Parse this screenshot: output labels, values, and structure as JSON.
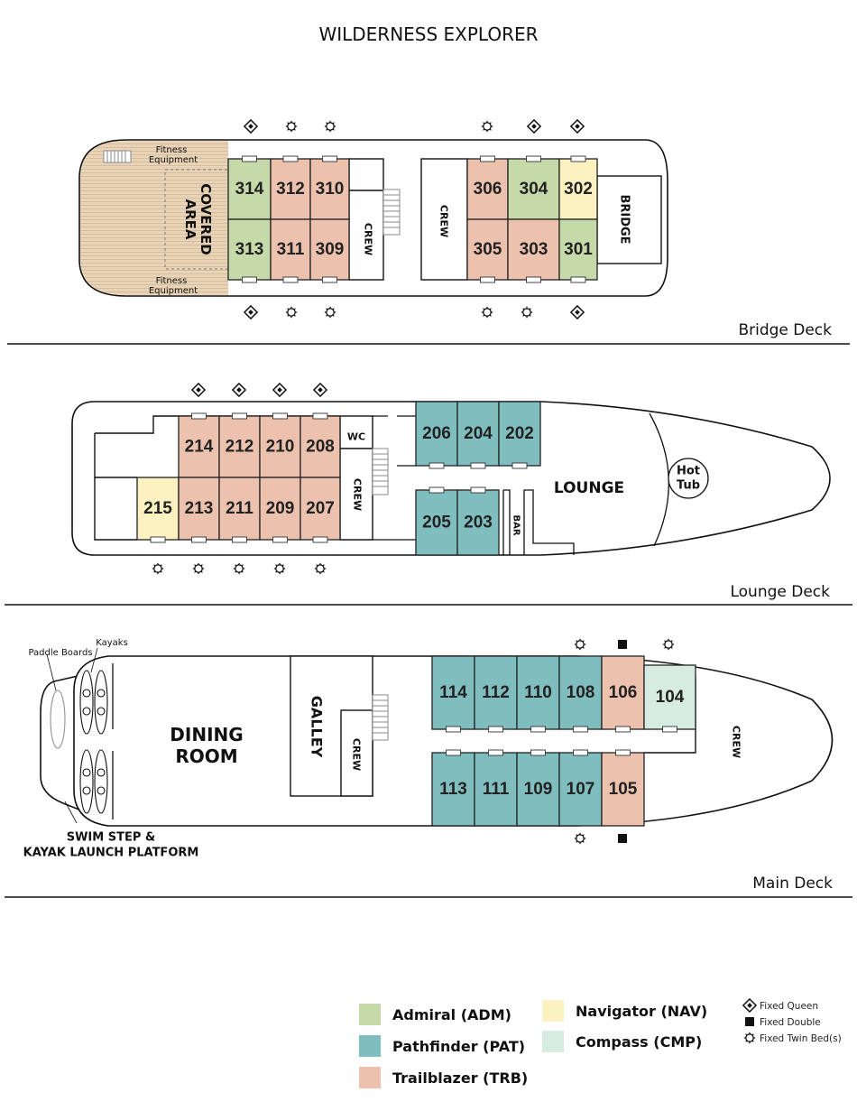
{
  "title": "WILDERNESS EXPLORER",
  "colors": {
    "ADM": "#c6d9a9",
    "PAT": "#80bdbf",
    "TRB": "#ecc1ae",
    "NAV": "#fcf1c1",
    "CMP": "#d6ebe2",
    "deck_wood": "#e9d3b6"
  },
  "bridge_deck": {
    "name": "Bridge Deck",
    "labels": {
      "covered_1": "COVERED",
      "covered_2": "AREA",
      "fitness_1": "Fitness",
      "fitness_2": "Equipment",
      "crew": "CREW",
      "bridge": "BRIDGE"
    },
    "cabins": [
      {
        "number": "314",
        "category": "ADM"
      },
      {
        "number": "312",
        "category": "TRB"
      },
      {
        "number": "310",
        "category": "TRB"
      },
      {
        "number": "313",
        "category": "ADM"
      },
      {
        "number": "311",
        "category": "TRB"
      },
      {
        "number": "309",
        "category": "TRB"
      },
      {
        "number": "306",
        "category": "TRB"
      },
      {
        "number": "304",
        "category": "ADM"
      },
      {
        "number": "302",
        "category": "NAV"
      },
      {
        "number": "305",
        "category": "TRB"
      },
      {
        "number": "303",
        "category": "TRB"
      },
      {
        "number": "301",
        "category": "ADM"
      }
    ],
    "beds": [
      "queen",
      "twin",
      "twin",
      "twin",
      "queen",
      "queen",
      "queen",
      "twin",
      "twin",
      "twin",
      "twin",
      "queen"
    ]
  },
  "lounge_deck": {
    "name": "Lounge Deck",
    "labels": {
      "wc": "WC",
      "crew": "CREW",
      "lounge": "LOUNGE",
      "bar": "BAR",
      "hot": "Hot",
      "tub": "Tub"
    },
    "cabins": [
      {
        "number": "214",
        "category": "TRB"
      },
      {
        "number": "212",
        "category": "TRB"
      },
      {
        "number": "210",
        "category": "TRB"
      },
      {
        "number": "208",
        "category": "TRB"
      },
      {
        "number": "215",
        "category": "NAV"
      },
      {
        "number": "213",
        "category": "TRB"
      },
      {
        "number": "211",
        "category": "TRB"
      },
      {
        "number": "209",
        "category": "TRB"
      },
      {
        "number": "207",
        "category": "TRB"
      },
      {
        "number": "206",
        "category": "PAT"
      },
      {
        "number": "204",
        "category": "PAT"
      },
      {
        "number": "202",
        "category": "PAT"
      },
      {
        "number": "205",
        "category": "PAT"
      },
      {
        "number": "203",
        "category": "PAT"
      }
    ],
    "beds": [
      "queen",
      "queen",
      "queen",
      "queen",
      "twin",
      "twin",
      "twin",
      "twin",
      "twin"
    ]
  },
  "main_deck": {
    "name": "Main Deck",
    "labels": {
      "dining_1": "DINING",
      "dining_2": "ROOM",
      "galley": "GALLEY",
      "crew": "CREW",
      "paddle": "Paddle Boards",
      "kayaks": "Kayaks",
      "swim_1": "SWIM STEP &",
      "swim_2": "KAYAK LAUNCH PLATFORM"
    },
    "cabins": [
      {
        "number": "114",
        "category": "PAT"
      },
      {
        "number": "112",
        "category": "PAT"
      },
      {
        "number": "110",
        "category": "PAT"
      },
      {
        "number": "108",
        "category": "PAT"
      },
      {
        "number": "106",
        "category": "TRB"
      },
      {
        "number": "104",
        "category": "CMP"
      },
      {
        "number": "113",
        "category": "PAT"
      },
      {
        "number": "111",
        "category": "PAT"
      },
      {
        "number": "109",
        "category": "PAT"
      },
      {
        "number": "107",
        "category": "PAT"
      },
      {
        "number": "105",
        "category": "TRB"
      }
    ],
    "beds": [
      "twin",
      "double",
      "twin",
      "twin",
      "double"
    ]
  },
  "legend": {
    "categories": [
      {
        "code": "ADM",
        "label": "Admiral (ADM)"
      },
      {
        "code": "PAT",
        "label": "Pathfinder (PAT)"
      },
      {
        "code": "TRB",
        "label": "Trailblazer (TRB)"
      },
      {
        "code": "NAV",
        "label": "Navigator (NAV)"
      },
      {
        "code": "CMP",
        "label": "Compass (CMP)"
      }
    ],
    "beds": [
      {
        "type": "queen",
        "label": "Fixed Queen"
      },
      {
        "type": "double",
        "label": "Fixed Double"
      },
      {
        "type": "twin",
        "label": "Fixed Twin Bed(s)"
      }
    ]
  }
}
